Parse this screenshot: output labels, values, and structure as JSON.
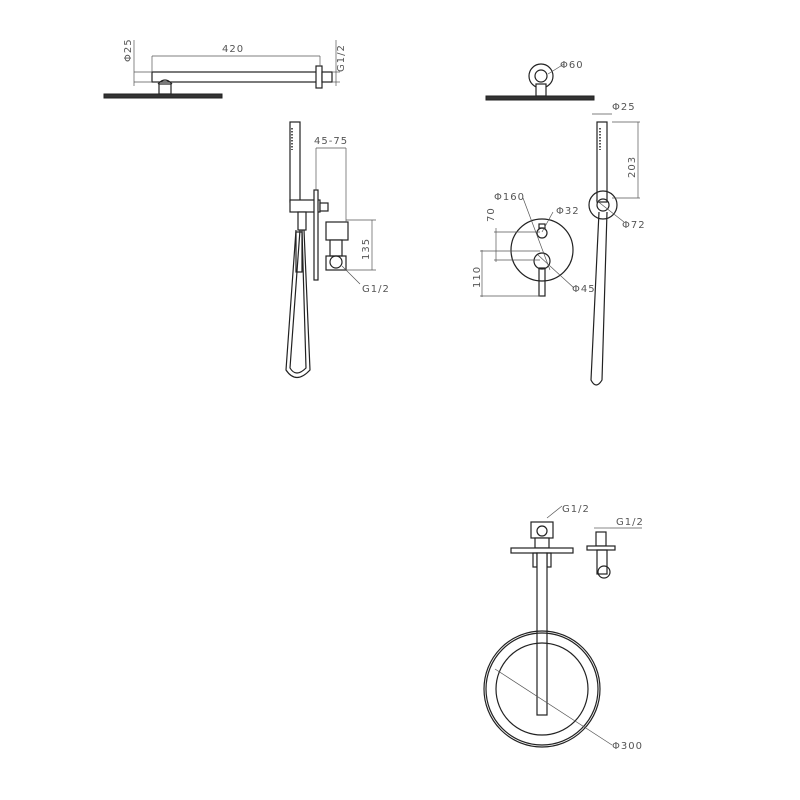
{
  "drawing": {
    "title": "Concealed shower system technical drawing",
    "side_view": {
      "arm_diameter": "Φ25",
      "arm_length": "420",
      "arm_thread": "G1/2",
      "wall_depth": "45-75",
      "valve_height": "135",
      "valve_thread": "G1/2"
    },
    "front_view": {
      "flange_diameter": "Φ60",
      "handshower_diameter": "Φ25",
      "handshower_length": "203",
      "holder_diameter": "Φ72",
      "plate_diameter": "Φ160",
      "diverter_diameter": "Φ32",
      "lever_diameter": "Φ45",
      "diverter_offset": "70",
      "lever_offset": "110"
    },
    "top_view": {
      "arm_thread": "G1/2",
      "outlet_thread": "G1/2",
      "head_diameter": "Φ300"
    }
  }
}
